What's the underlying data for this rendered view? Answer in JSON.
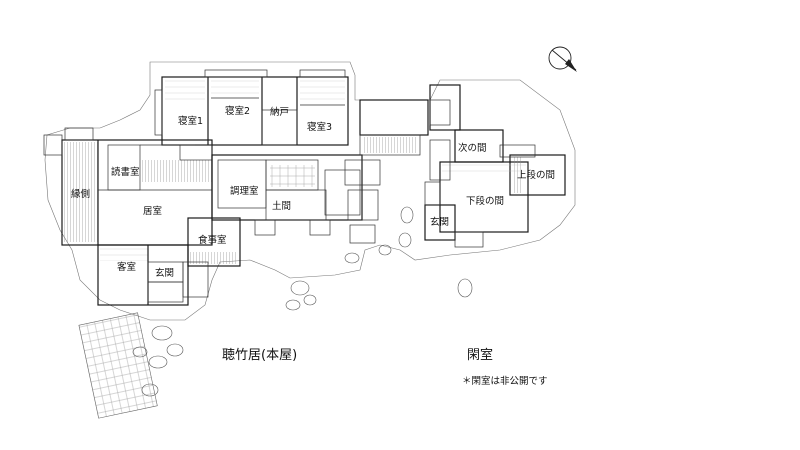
{
  "rooms": {
    "shinshitsu1": "寝室1",
    "shinshitsu2": "寝室2",
    "nando": "納戸",
    "shinshitsu3": "寝室3",
    "dokushoshitsu": "読書室",
    "engawa": "縁側",
    "ima": "居室",
    "chorishitsu": "調理室",
    "doma": "土間",
    "shokujishitsu": "食事室",
    "kyakushitsu": "客室",
    "genkan_main": "玄関",
    "tsuginoma": "次の間",
    "jodannoma": "上段の間",
    "gedannoma": "下段の間",
    "genkan_annex": "玄関"
  },
  "labels": {
    "main_house": "聴竹居(本屋)",
    "annex": "閑室",
    "note": "＊閑室は非公開です"
  },
  "compass": {
    "icon": "north-arrow-icon"
  }
}
